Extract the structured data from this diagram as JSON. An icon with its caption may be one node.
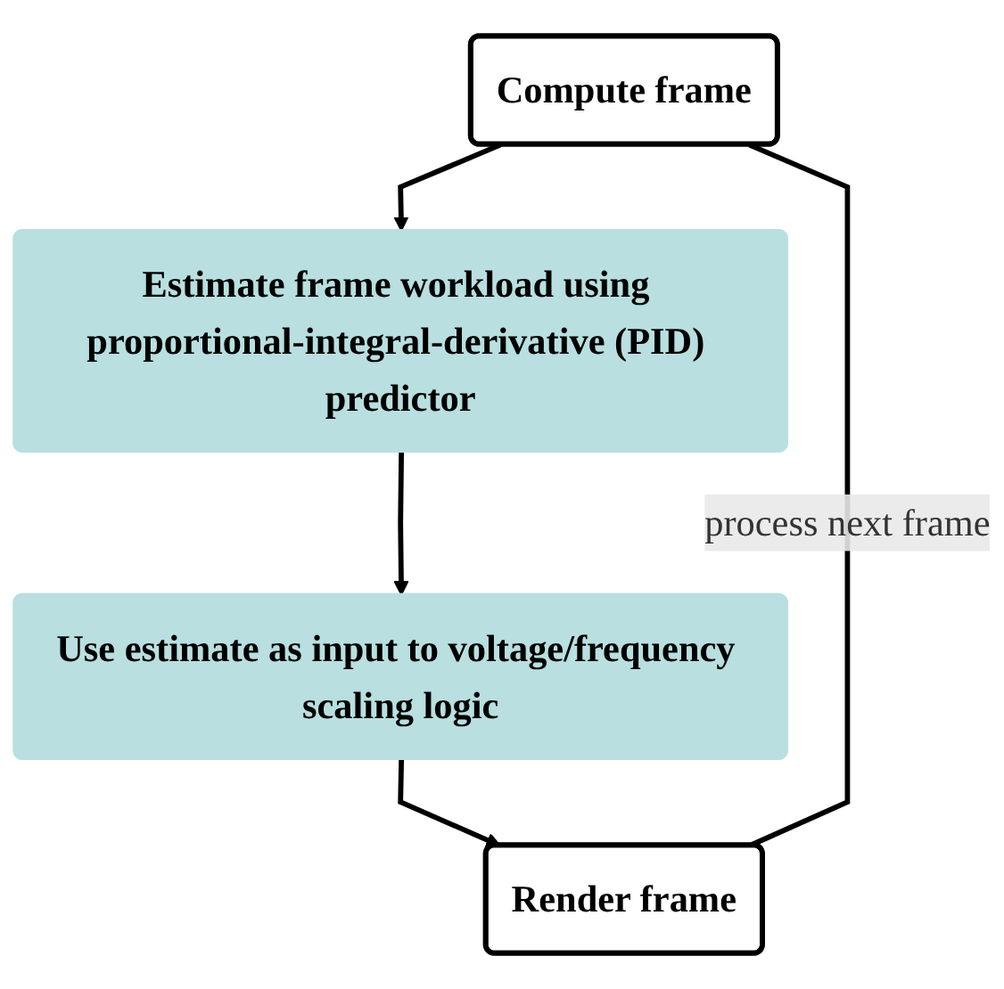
{
  "diagram": {
    "nodes": [
      {
        "text": [
          "Compute frame"
        ]
      },
      {
        "text": [
          "Estimate frame workload using proportional-integral-derivative (PID) predictor"
        ]
      },
      {
        "text": [
          "Use estimate as input to voltage/frequency scaling logic"
        ]
      },
      {
        "text": [
          "Render frame"
        ]
      }
    ],
    "edges": [
      {
        "from": 0,
        "to": 1,
        "arrow": "to"
      },
      {
        "from": 1,
        "to": 2,
        "arrow": "to"
      },
      {
        "from": 2,
        "to": 3,
        "arrow": "to"
      },
      {
        "from": 3,
        "to": 0,
        "arrow": "none",
        "label": "process next frame"
      }
    ]
  }
}
